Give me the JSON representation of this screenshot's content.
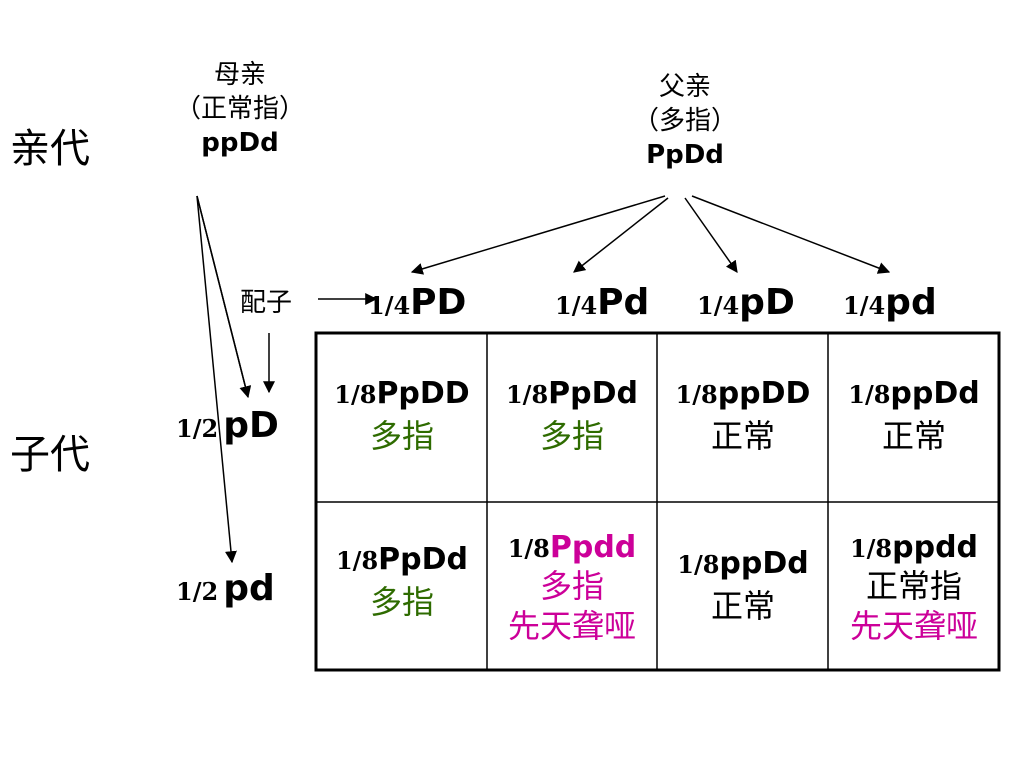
{
  "labels": {
    "parent_gen": "亲代",
    "offspring_gen": "子代",
    "gamete": "配子"
  },
  "mother": {
    "title": "母亲",
    "note": "（正常指）",
    "genotype": "ppDd"
  },
  "father": {
    "title": "父亲",
    "note": "（多指）",
    "genotype": "PpDd"
  },
  "father_gametes": [
    {
      "frac": "1/4",
      "geno": "PD"
    },
    {
      "frac": "1/4",
      "geno": "Pd"
    },
    {
      "frac": "1/4",
      "geno": "pD"
    },
    {
      "frac": "1/4",
      "geno": "pd"
    }
  ],
  "mother_gametes": [
    {
      "frac": "1/2",
      "geno": "pD"
    },
    {
      "frac": "1/2",
      "geno": "pd"
    }
  ],
  "grid": {
    "row1": [
      {
        "frac": "1/8",
        "geno": "PpDD",
        "phenotype": "多指"
      },
      {
        "frac": "1/8",
        "geno": "PpDd",
        "phenotype": "多指"
      },
      {
        "frac": "1/8",
        "geno": "ppDD",
        "phenotype": "正常"
      },
      {
        "frac": "1/8",
        "geno": "ppDd",
        "phenotype": "正常"
      }
    ],
    "row2": [
      {
        "frac": "1/8",
        "geno": "PpDd",
        "phenotype": "多指"
      },
      {
        "frac": "1/8",
        "geno": "Ppdd",
        "phenotype": "多指",
        "extra": "先天聋哑"
      },
      {
        "frac": "1/8",
        "geno": "ppDd",
        "phenotype": "正常"
      },
      {
        "frac": "1/8",
        "geno": "ppdd",
        "phenotype": "正常指",
        "extra": "先天聋哑"
      }
    ]
  },
  "colors": {
    "green": "#2e6b00",
    "magenta": "#cc0099",
    "black": "#000000"
  }
}
